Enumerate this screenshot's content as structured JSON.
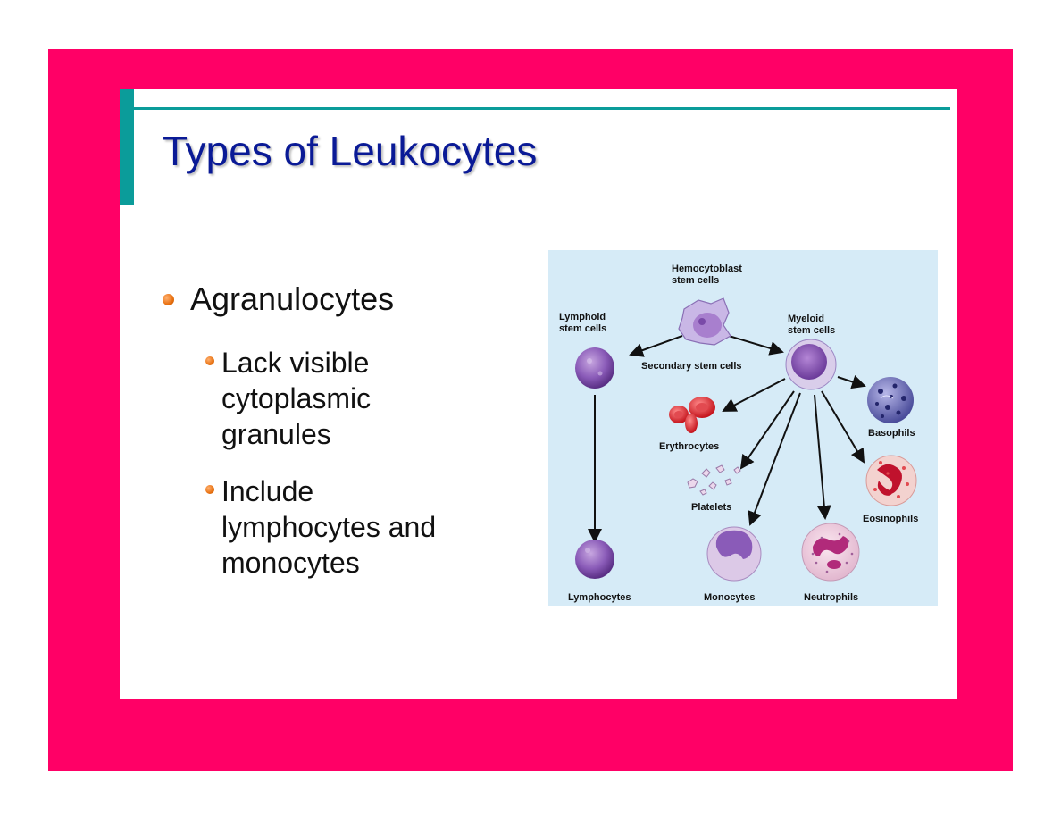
{
  "slide": {
    "title": "Types of Leukocytes",
    "bullets": [
      {
        "text": "Agranulocytes"
      },
      {
        "text": "Lack visible\ncytoplasmic\ngranules"
      },
      {
        "text": "Include\nlymphocytes and\nmonocytes"
      }
    ]
  },
  "diagram": {
    "labels": {
      "hemocytoblast": [
        "Hemocytoblast",
        "stem cells"
      ],
      "lymphoid": [
        "Lymphoid",
        "stem cells"
      ],
      "myeloid": [
        "Myeloid",
        "stem cells"
      ],
      "secondary": "Secondary stem cells",
      "erythrocytes": "Erythrocytes",
      "platelets": "Platelets",
      "basophils": "Basophils",
      "eosinophils": "Eosinophils",
      "lymphocytes": "Lymphocytes",
      "monocytes": "Monocytes",
      "neutrophils": "Neutrophils"
    }
  },
  "colors": {
    "frame": "#ff0066",
    "accent": "#0b9c9a",
    "title": "#0a1a96",
    "bullet": "#e8700f",
    "diagram_bg": "#d6ebf7"
  }
}
